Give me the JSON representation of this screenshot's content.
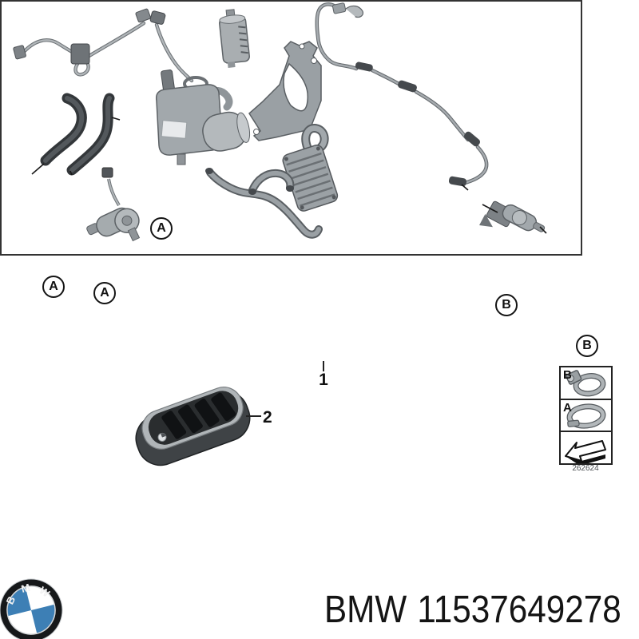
{
  "diagram": {
    "callout_a": "A",
    "callout_b": "B",
    "item_1": "1",
    "item_2": "2"
  },
  "legend": {
    "row_b": "B",
    "row_a": "A",
    "drawing_number": "262624"
  },
  "footer": {
    "brand": "BMW",
    "part_number": "11537649278",
    "logo_letters": {
      "b": "B",
      "m": "M",
      "w": "W"
    }
  },
  "colors": {
    "logo_blue": "#3d7fb5",
    "text_black": "#141414"
  },
  "icons": {
    "legend_row_b": "hose-clamp-small-icon",
    "legend_row_a": "hose-clamp-large-icon",
    "legend_arrow": "direction-arrow-icon",
    "footer_logo": "bmw-roundel-icon"
  }
}
